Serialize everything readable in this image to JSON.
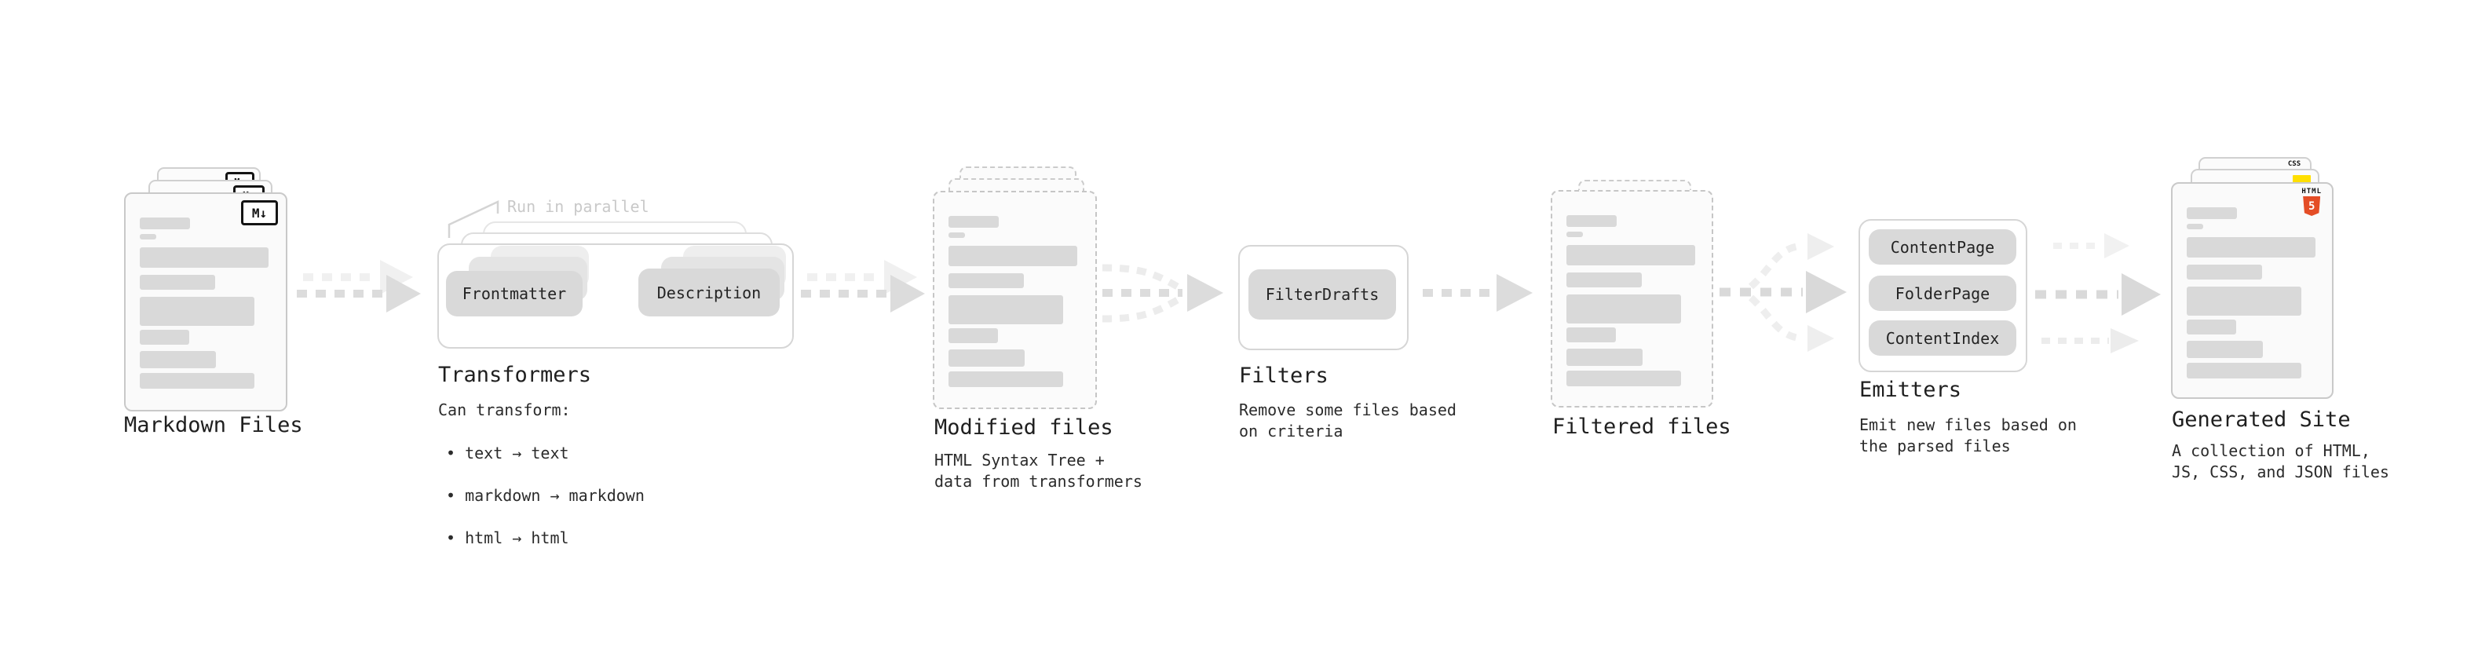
{
  "colors": {
    "arrow_dark": "#dcdcdc",
    "arrow_light": "#efefef",
    "doc_border": "#c9c9c9",
    "doc_border_dashed": "#c6c6c6",
    "doc_bg": "#fafafa",
    "placeholder_bar": "#d9d9d9",
    "pill_bg": "#d9d9d9",
    "box_border": "#d6d6d6",
    "note_text": "#c9c9c9",
    "heading_text": "#1f1f1f",
    "html5_orange": "#e44d26",
    "css_blue": "#2f6bf0",
    "js_yellow": "#ffdf00"
  },
  "sections": {
    "markdown_files": {
      "label": "Markdown Files",
      "badge": "M↓"
    },
    "transformers": {
      "note": "Run in parallel",
      "pill_left": "Frontmatter",
      "pill_right": "Description",
      "label": "Transformers",
      "desc_heading": "Can transform:",
      "bullets": [
        "• text → text",
        "• markdown → markdown",
        "• html → html"
      ]
    },
    "modified_files": {
      "label": "Modified files",
      "desc": "HTML Syntax Tree +\ndata from transformers"
    },
    "filters": {
      "label": "Filters",
      "pill": "FilterDrafts",
      "desc": "Remove some files based\non criteria"
    },
    "filtered_files": {
      "label": "Filtered files"
    },
    "emitters": {
      "label": "Emitters",
      "pills": [
        "ContentPage",
        "FolderPage",
        "ContentIndex"
      ],
      "desc": "Emit new files based on\nthe parsed files"
    },
    "generated_site": {
      "label": "Generated Site",
      "desc": "A collection of HTML,\nJS, CSS, and JSON files",
      "badge_css": "CSS",
      "badge_html_word": "HTML",
      "badge_html_num": "5"
    }
  }
}
